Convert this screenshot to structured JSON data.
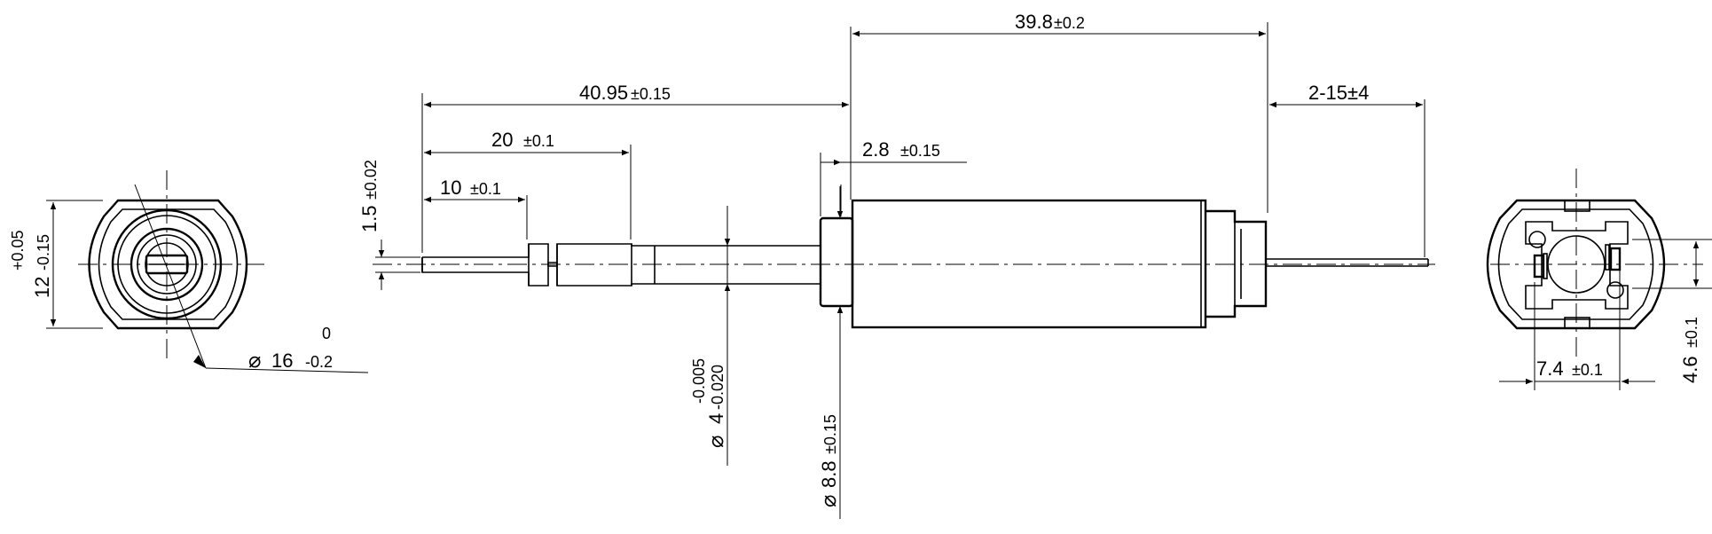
{
  "dimensions": {
    "total_body": {
      "value": "39.8",
      "tol": "±0.2"
    },
    "shaft_length": {
      "value": "40.95",
      "tol": "±0.15"
    },
    "lead_length": {
      "value": "2-15±4"
    },
    "flat_20": {
      "value": "20",
      "tol": "±0.1"
    },
    "flat_10": {
      "value": "10",
      "tol": "±0.1"
    },
    "flange": {
      "value": "2.8",
      "tol": "±0.15"
    },
    "flat_depth": {
      "value": "1.5",
      "tol": "±0.02"
    },
    "shaft_dia": {
      "symbol": "⌀",
      "value": "4",
      "tol_upper": "-0.005",
      "tol_lower": "-0.020"
    },
    "flange_dia": {
      "symbol": "⌀",
      "value": "8.8",
      "tol": "±0.15"
    },
    "front_height": {
      "value": "12",
      "tol_upper": "+0.05",
      "tol_lower": "-0.15"
    },
    "front_dia": {
      "symbol": "⌀",
      "value": "16",
      "tol_upper": "0",
      "tol_lower": "-0.2"
    },
    "terminal_width": {
      "value": "7.4",
      "tol": "±0.1"
    },
    "terminal_height": {
      "value": "4.6",
      "tol": "±0.1"
    }
  }
}
